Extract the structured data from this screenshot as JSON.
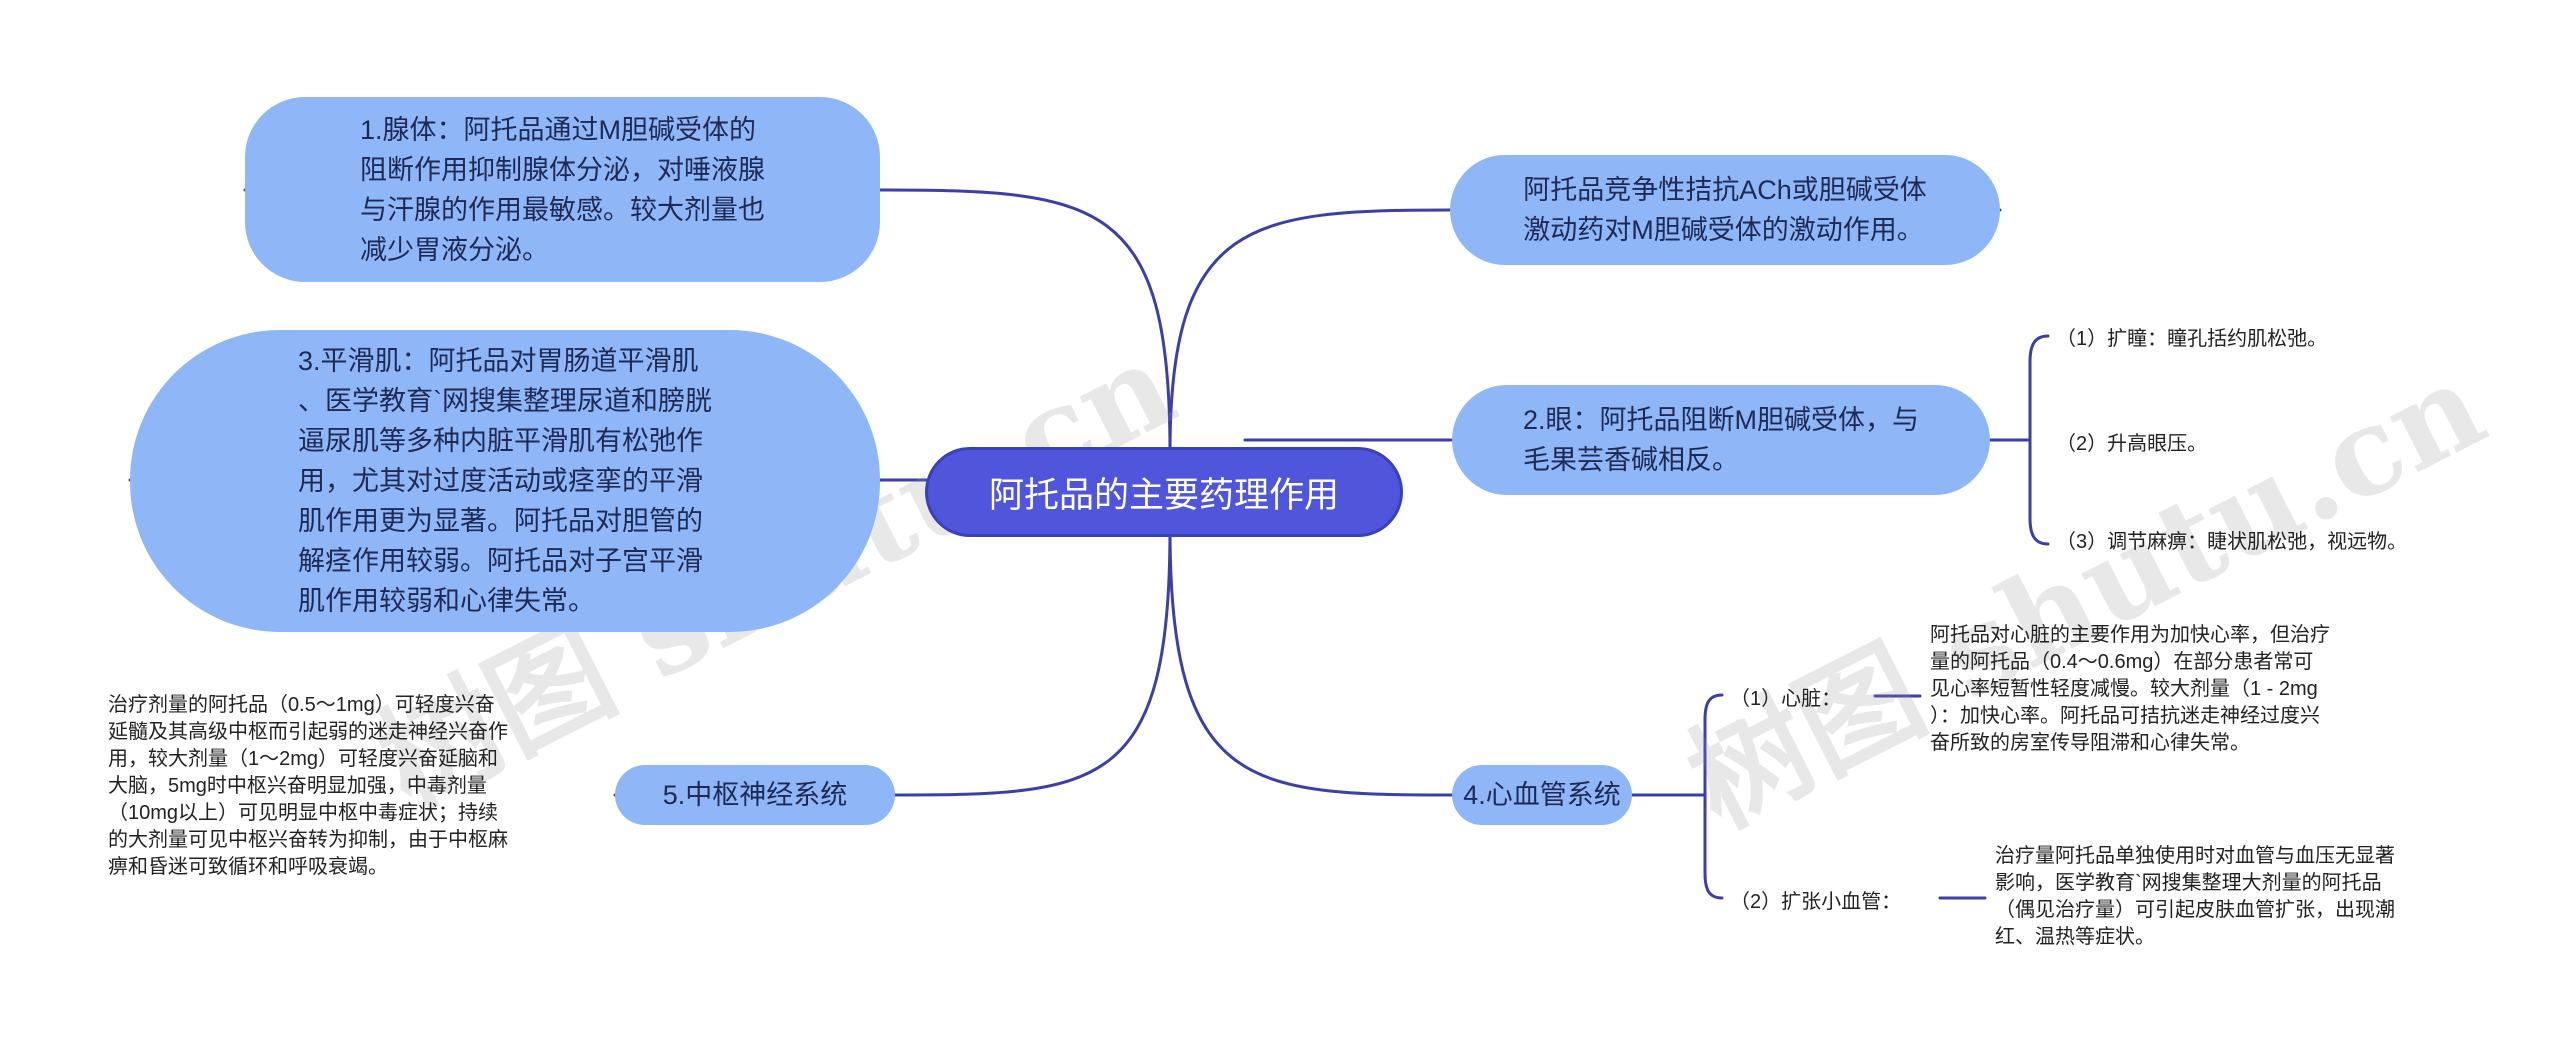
{
  "central": {
    "label": "阿托品的主要药理作用"
  },
  "left": {
    "glands": "1.腺体：阿托品通过M胆碱受体的\n阻断作用抑制腺体分泌，对唾液腺\n与汗腺的作用最敏感。较大剂量也\n减少胃液分泌。",
    "smooth_muscle": "3.平滑肌：阿托品对胃肠道平滑肌\n、医学教育`网搜集整理尿道和膀胱\n逼尿肌等多种内脏平滑肌有松弛作\n用，尤其对过度活动或痉挛的平滑\n肌作用更为显著。阿托品对胆管的\n解痉作用较弱。阿托品对子宫平滑\n肌作用较弱和心律失常。",
    "cns": {
      "label": "5.中枢神经系统",
      "detail": "治疗剂量的阿托品（0.5～1mg）可轻度兴奋\n延髓及其高级中枢而引起弱的迷走神经兴奋作\n用，较大剂量（1～2mg）可轻度兴奋延脑和\n大脑，5mg时中枢兴奋明显加强，中毒剂量\n（10mg以上）可见明显中枢中毒症状；持续\n的大剂量可见中枢兴奋转为抑制，由于中枢麻\n痹和昏迷可致循环和呼吸衰竭。"
    }
  },
  "right": {
    "ach": "阿托品竞争性拮抗ACh或胆碱受体\n激动药对M胆碱受体的激动作用。",
    "eye": {
      "label": "2.眼：阿托品阻断M胆碱受体，与\n毛果芸香碱相反。",
      "items": [
        "（1）扩瞳：瞳孔括约肌松弛。",
        "（2）升高眼压。",
        "（3）调节麻痹：睫状肌松弛，视远物。"
      ]
    },
    "cardio": {
      "label": "4.心血管系统",
      "heart": {
        "label": "（1）心脏：",
        "detail": "阿托品对心脏的主要作用为加快心率，但治疗\n量的阿托品（0.4～0.6mg）在部分患者常可\n见心率短暂性轻度减慢。较大剂量（1 - 2mg\n）：加快心率。阿托品可拮抗迷走神经过度兴\n奋所致的房室传导阻滞和心律失常。"
      },
      "vessel": {
        "label": "（2）扩张小血管：",
        "detail": "治疗量阿托品单独使用时对血管与血压无显著\n影响，医学教育`网搜集整理大剂量的阿托品\n（偶见治疗量）可引起皮肤血管扩张，出现潮\n红、温热等症状。"
      }
    }
  },
  "watermark": {
    "text": "树图 shutu.cn"
  },
  "colors": {
    "node_fill": "#8fb6f7",
    "central_fill": "#4f56dc",
    "connector": "#3d3fa8"
  }
}
